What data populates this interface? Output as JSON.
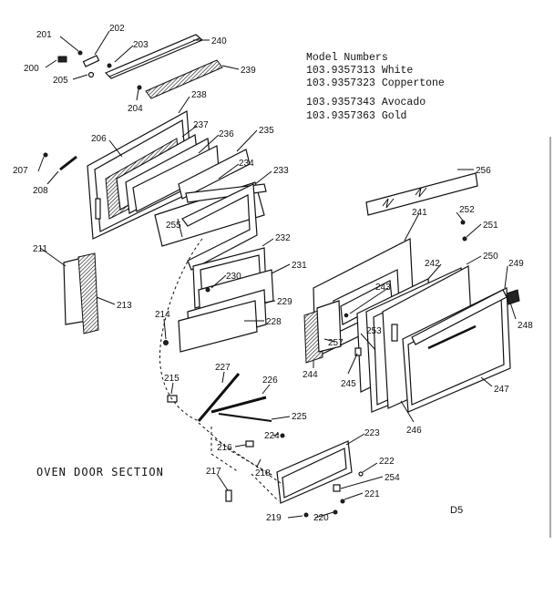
{
  "models": {
    "heading": "Model Numbers",
    "lines": [
      "103.9357313 White",
      "103.9357323 Coppertone",
      "103.9357343 Avocado",
      "103.9357363 Gold"
    ]
  },
  "caption": "OVEN DOOR SECTION",
  "page_code": "D5",
  "callouts": {
    "c200": "200",
    "c201": "201",
    "c202": "202",
    "c203": "203",
    "c204": "204",
    "c205": "205",
    "c206": "206",
    "c207": "207",
    "c208": "208",
    "c211": "211",
    "c213": "213",
    "c214": "214",
    "c215": "215",
    "c216": "216",
    "c217": "217",
    "c218": "218",
    "c219": "219",
    "c220": "220",
    "c221": "221",
    "c222": "222",
    "c223": "223",
    "c224": "224",
    "c225": "225",
    "c226": "226",
    "c227": "227",
    "c228": "228",
    "c229": "229",
    "c230": "230",
    "c231": "231",
    "c232": "232",
    "c233": "233",
    "c234": "234",
    "c235": "235",
    "c236": "236",
    "c237": "237",
    "c238": "238",
    "c239": "239",
    "c240": "240",
    "c241": "241",
    "c242": "242",
    "c243": "243",
    "c244": "244",
    "c245": "245",
    "c246": "246",
    "c247": "247",
    "c248": "248",
    "c249": "249",
    "c250": "250",
    "c251": "251",
    "c252": "252",
    "c253": "253",
    "c254": "254",
    "c255": "255",
    "c256": "256",
    "c257": "257"
  }
}
